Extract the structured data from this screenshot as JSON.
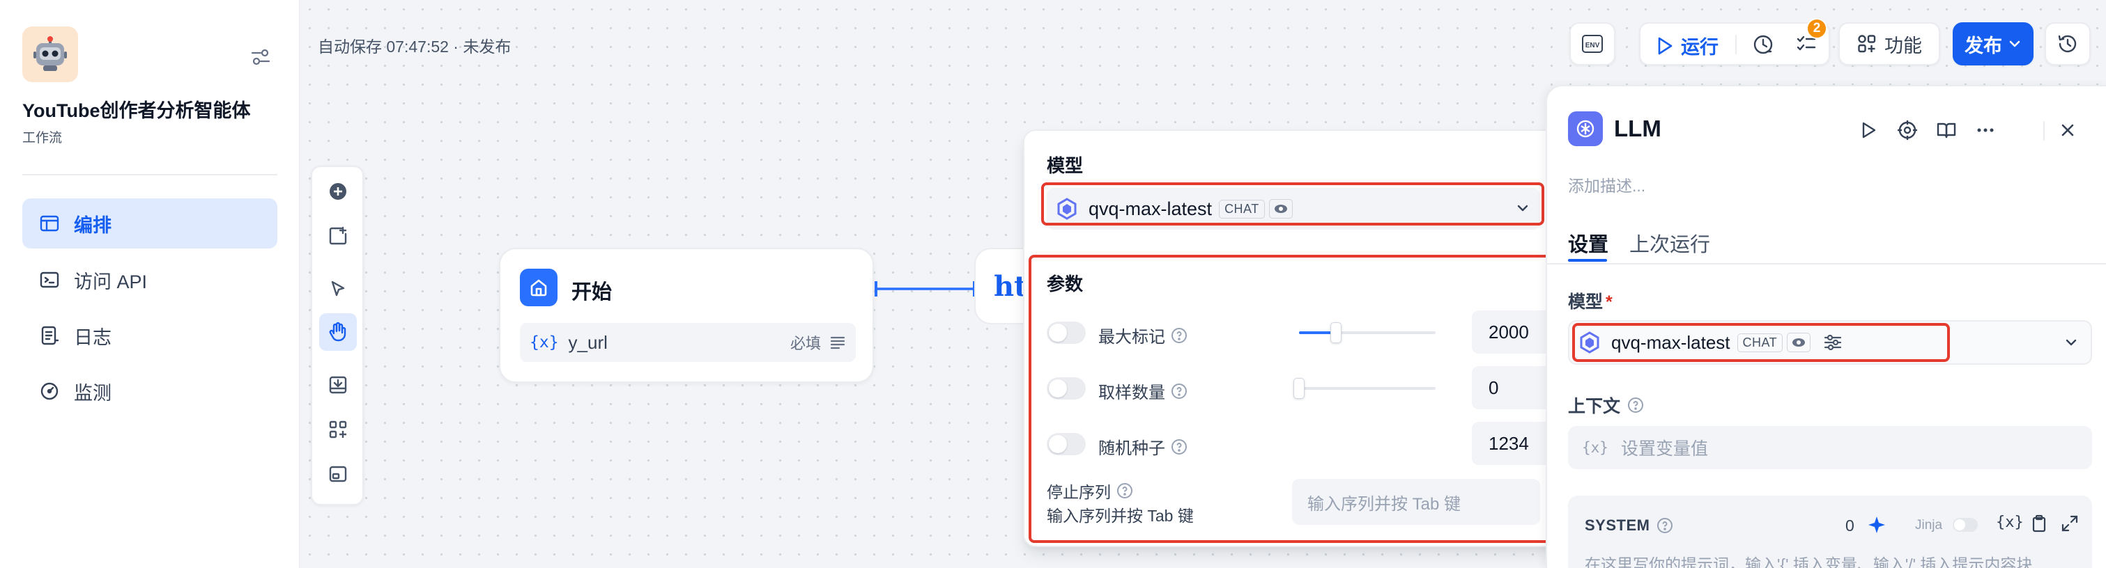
{
  "app": {
    "name": "YouTube创作者分析智能体",
    "type": "工作流",
    "avatar_icon": "robot-icon"
  },
  "sidebar": {
    "items": [
      {
        "label": "编排",
        "icon": "layout-icon",
        "active": true
      },
      {
        "label": "访问 API",
        "icon": "terminal-icon",
        "active": false
      },
      {
        "label": "日志",
        "icon": "log-icon",
        "active": false
      },
      {
        "label": "监测",
        "icon": "gauge-icon",
        "active": false
      }
    ]
  },
  "canvas": {
    "autosave_status": "自动保存 07:47:52 · 未发布"
  },
  "toolbar": {
    "env_label": "ENV",
    "run_label": "运行",
    "checklist_badge": "2",
    "feature_label": "功能",
    "publish_label": "发布"
  },
  "start_node": {
    "title": "开始",
    "variable": {
      "symbol": "{x}",
      "name": "y_url",
      "required_label": "必填"
    }
  },
  "next_node": {
    "partial_text": "ht"
  },
  "model_popover": {
    "model_label": "模型",
    "model_name": "qvq-max-latest",
    "model_tag": "CHAT",
    "params_label": "参数",
    "params": [
      {
        "label": "最大标记",
        "value": "2000",
        "enabled": false,
        "slider": 0.27
      },
      {
        "label": "取样数量",
        "value": "0",
        "enabled": false,
        "slider": 0.0
      },
      {
        "label": "随机种子",
        "value": "1234",
        "enabled": false
      }
    ],
    "stop_sequence": {
      "label": "停止序列",
      "sub_label": "输入序列并按 Tab 键",
      "placeholder": "输入序列并按 Tab 键"
    }
  },
  "right_panel": {
    "title": "LLM",
    "description_placeholder": "添加描述...",
    "tabs": [
      {
        "label": "设置",
        "active": true
      },
      {
        "label": "上次运行",
        "active": false
      }
    ],
    "model_label": "模型",
    "required_mark": "*",
    "model_name": "qvq-max-latest",
    "model_tag": "CHAT",
    "context_label": "上下文",
    "context_symbol": "{x}",
    "context_placeholder": "设置变量值",
    "system": {
      "label": "SYSTEM",
      "count": "0",
      "jinja_label": "Jinja",
      "var_symbol": "{x}",
      "placeholder": "在这里写你的提示词，输入'{' 插入变量、输入'/' 插入提示内容块"
    }
  },
  "colors": {
    "accent": "#155eef",
    "highlight_outline": "#e53b2f",
    "badge": "#f79009",
    "start_node_icon": "#2970ff",
    "llm_icon": "#6172f3"
  }
}
